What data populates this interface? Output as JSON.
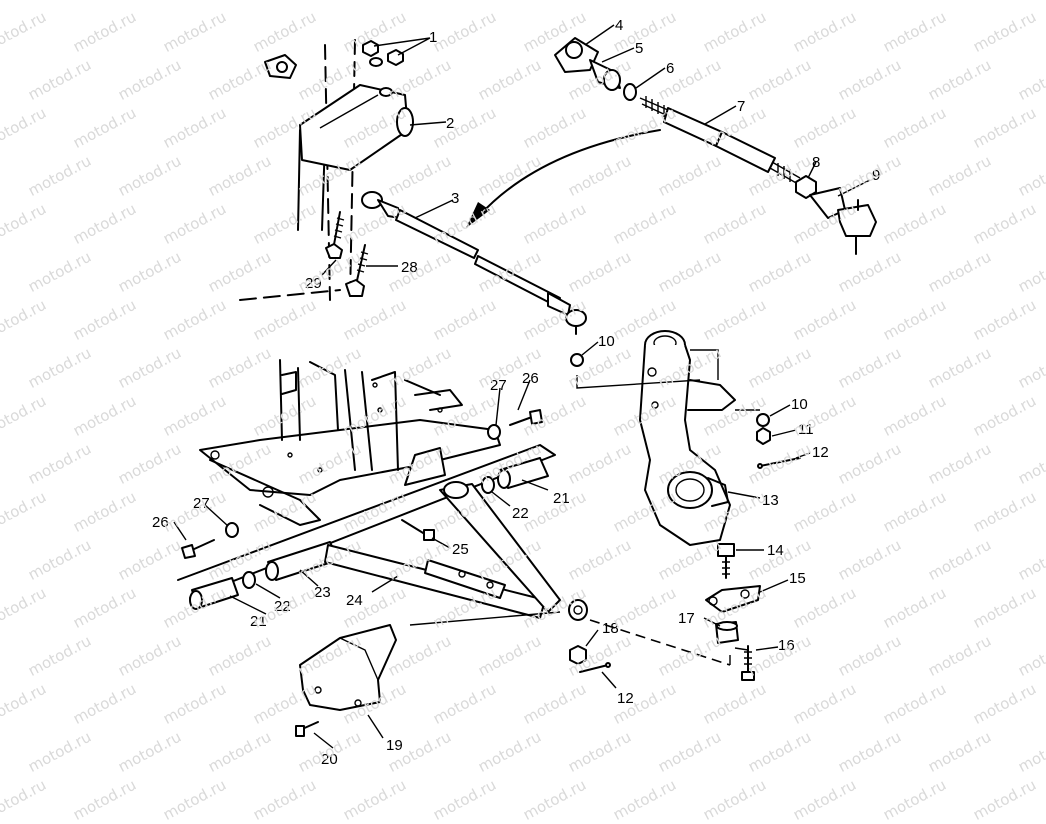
{
  "watermark": "motod.ru",
  "callouts": [
    "1",
    "2",
    "3",
    "4",
    "5",
    "6",
    "7",
    "8",
    "9",
    "10",
    "10",
    "11",
    "12",
    "12",
    "13",
    "14",
    "15",
    "16",
    "17",
    "18",
    "19",
    "20",
    "21",
    "21",
    "22",
    "22",
    "23",
    "24",
    "25",
    "26",
    "26",
    "27",
    "27",
    "28",
    "29"
  ]
}
